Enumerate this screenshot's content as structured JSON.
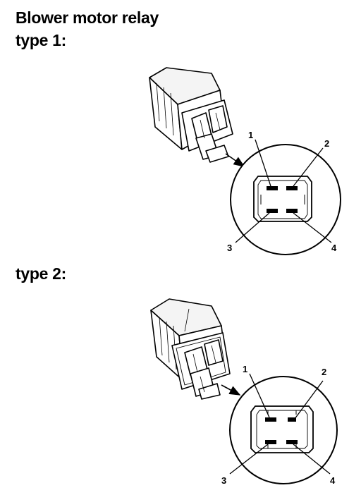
{
  "title": "Blower motor relay",
  "type1_label": "type 1:",
  "type2_label": "type 2:",
  "pins": [
    "1",
    "2",
    "3",
    "4"
  ]
}
